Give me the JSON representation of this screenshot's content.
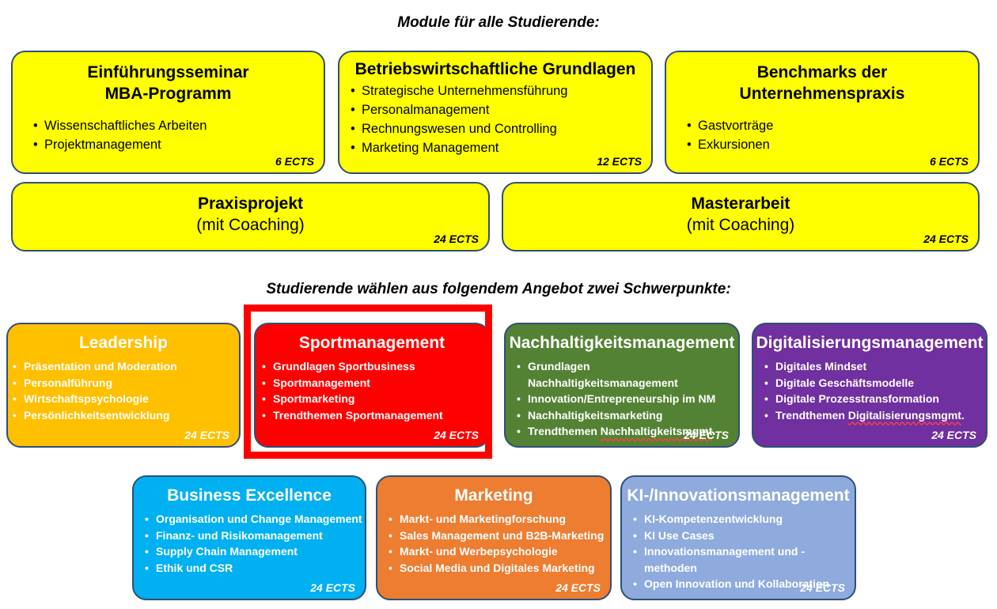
{
  "headings": {
    "core": "Module für alle Studierende:",
    "focus": "Studierende wählen aus folgendem Angebot zwei Schwerpunkte:"
  },
  "core_modules": {
    "intro": {
      "title_line1": "Einführungsseminar",
      "title_line2": "MBA-Programm",
      "items": [
        "Wissenschaftliches Arbeiten",
        "Projektmanagement"
      ],
      "ects": "6 ECTS"
    },
    "bwl": {
      "title": "Betriebswirtschaftliche Grundlagen",
      "items": [
        "Strategische Unternehmensführung",
        "Personalmanagement",
        "Rechnungswesen und Controlling",
        "Marketing Management"
      ],
      "ects": "12 ECTS"
    },
    "benchmarks": {
      "title_line1": "Benchmarks der",
      "title_line2": "Unternehmenspraxis",
      "items": [
        "Gastvorträge",
        "Exkursionen"
      ],
      "ects": "6 ECTS"
    },
    "praxis": {
      "title": "Praxisprojekt",
      "subtitle": "(mit Coaching)",
      "ects": "24 ECTS"
    },
    "master": {
      "title": "Masterarbeit",
      "subtitle": "(mit Coaching)",
      "ects": "24 ECTS"
    }
  },
  "focus_modules": {
    "leadership": {
      "title": "Leadership",
      "items": [
        "Präsentation und Moderation",
        "Personalführung",
        "Wirtschaftspsychologie",
        "Persönlichkeitsentwicklung"
      ],
      "ects": "24 ECTS"
    },
    "sport": {
      "title": "Sportmanagement",
      "items": [
        "Grundlagen Sportbusiness",
        "Sportmanagement",
        "Sportmarketing",
        "Trendthemen Sportmanagement"
      ],
      "ects": "24 ECTS"
    },
    "nachhaltigkeit": {
      "title": "Nachhaltigkeitsmanagement",
      "items": [
        "Grundlagen Nachhaltigkeitsmanagement",
        "Innovation/Entrepreneurship im NM",
        "Nachhaltigkeitsmarketing"
      ],
      "last_item_prefix": "Trendthemen ",
      "last_item_word": "Nachhaltigkeitsmgmt",
      "last_item_suffix": ".",
      "ects": "24 ECTS"
    },
    "digital": {
      "title": "Digitalisierungsmanagement",
      "items": [
        "Digitales Mindset",
        "Digitale Geschäftsmodelle",
        "Digitale Prozesstransformation"
      ],
      "last_item_prefix": "Trendthemen ",
      "last_item_word": "Digitalisierungsmgmt",
      "last_item_suffix": ".",
      "ects": "24 ECTS"
    },
    "business": {
      "title": "Business Excellence",
      "items": [
        "Organisation und Change Management",
        "Finanz- und Risikomanagement",
        "Supply Chain Management",
        "Ethik und CSR"
      ],
      "ects": "24 ECTS"
    },
    "marketing": {
      "title": "Marketing",
      "items": [
        "Markt- und Marketingforschung",
        "Sales Management und B2B-Marketing",
        "Markt- und Werbepsychologie",
        "Social Media und Digitales Marketing"
      ],
      "ects": "24 ECTS"
    },
    "ki": {
      "title": "KI-/Innovationsmanagement",
      "items": [
        "KI-Kompetenzentwicklung",
        "KI Use Cases",
        "Innovationsmanagement und -methoden",
        "Open Innovation und Kollaboration"
      ],
      "ects": "24 ECTS"
    }
  },
  "colors": {
    "core": "#ffff00",
    "leadership": "#ffc000",
    "sport": "#ff0000",
    "nachhaltigkeit": "#548235",
    "digital": "#7030a0",
    "business": "#00b0f0",
    "marketing": "#ed7d31",
    "ki": "#8faadc",
    "highlight": "#ff0000"
  }
}
